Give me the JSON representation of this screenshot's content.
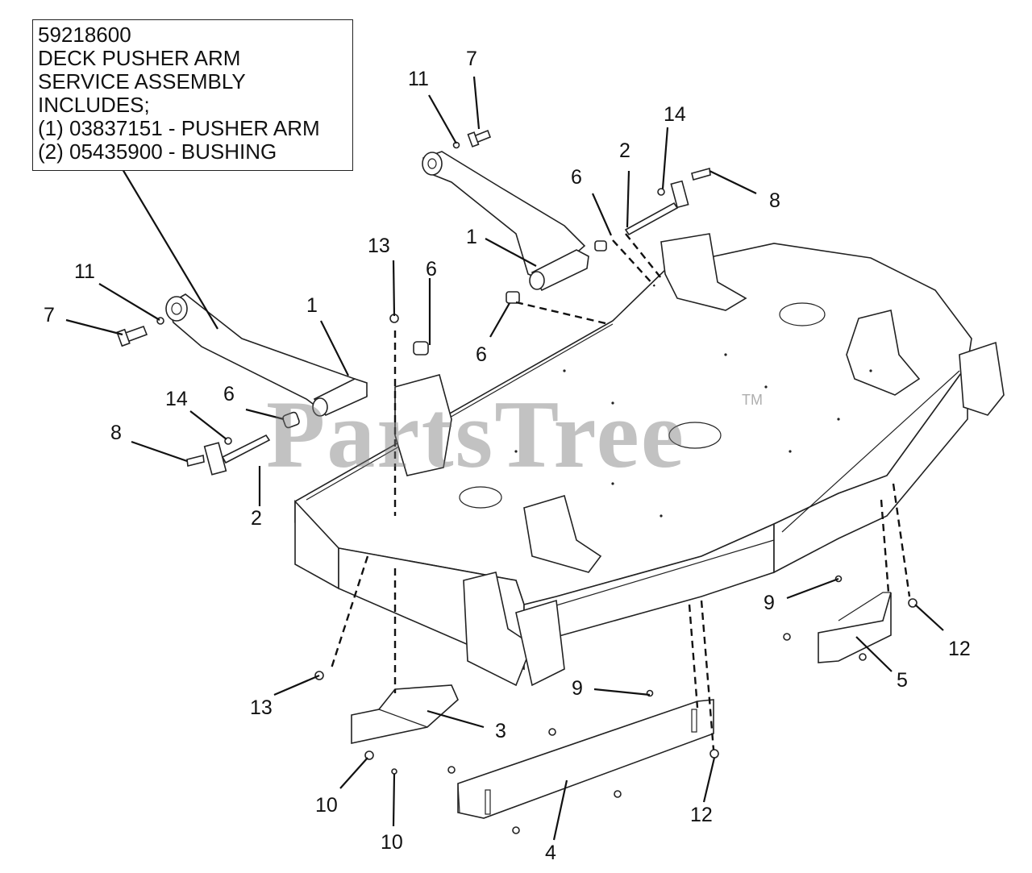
{
  "info_box": {
    "lines": [
      "59218600",
      "DECK PUSHER ARM",
      "SERVICE ASSEMBLY",
      "INCLUDES;",
      "(1) 03837151 - PUSHER ARM",
      "(2) 05435900 - BUSHING"
    ]
  },
  "watermark": {
    "text": "PartsTree",
    "trademark": "TM"
  },
  "callouts": {
    "c1a": "1",
    "c1b": "1",
    "c2a": "2",
    "c2b": "2",
    "c3": "3",
    "c4": "4",
    "c5": "5",
    "c6a": "6",
    "c6b": "6",
    "c6c": "6",
    "c6d": "6",
    "c7a": "7",
    "c7b": "7",
    "c8a": "8",
    "c8b": "8",
    "c9a": "9",
    "c9b": "9",
    "c10a": "10",
    "c10b": "10",
    "c11a": "11",
    "c11b": "11",
    "c12a": "12",
    "c12b": "12",
    "c13a": "13",
    "c13b": "13",
    "c14a": "14",
    "c14b": "14"
  }
}
